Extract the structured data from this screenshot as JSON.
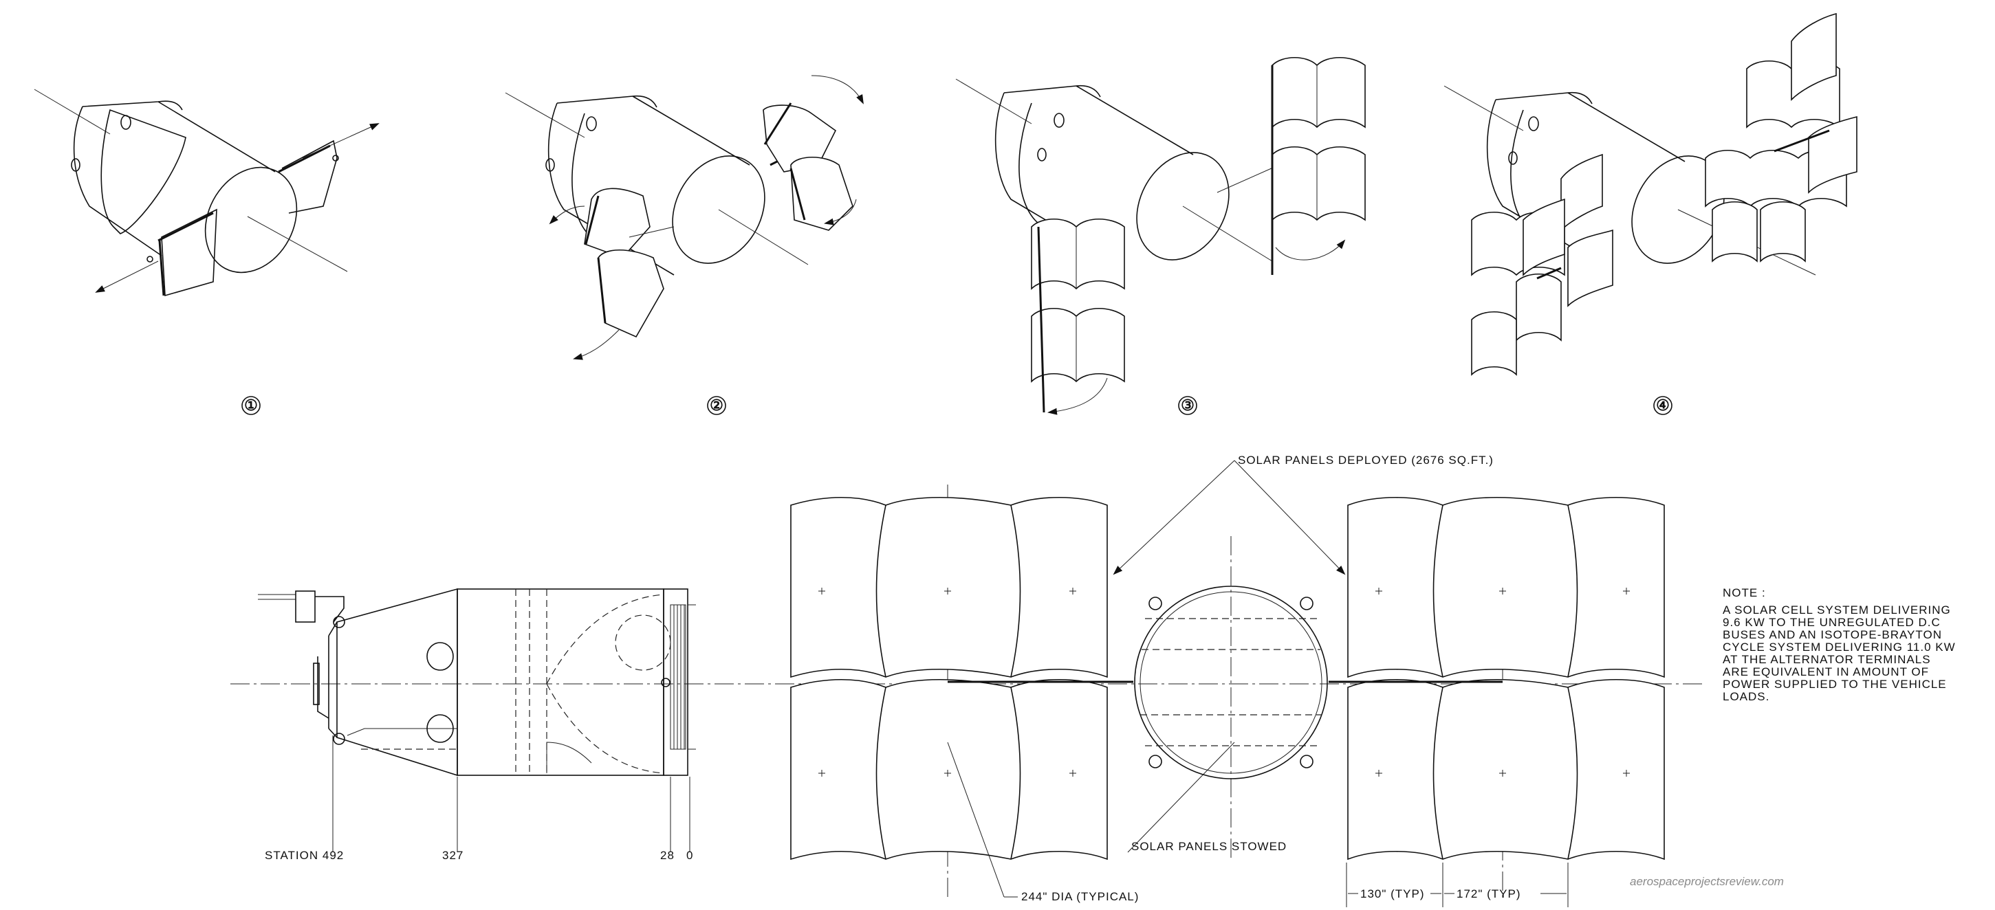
{
  "deployment_steps": [
    {
      "label": "①"
    },
    {
      "label": "②"
    },
    {
      "label": "③"
    },
    {
      "label": "④"
    }
  ],
  "side_view": {
    "stations": [
      {
        "label": "STATION 492"
      },
      {
        "label": "327"
      },
      {
        "label": "28"
      },
      {
        "label": "0"
      }
    ]
  },
  "top_view": {
    "callout_deployed": "SOLAR PANELS DEPLOYED (2676 SQ.FT.)",
    "callout_stowed": "SOLAR PANELS STOWED",
    "callout_diameter": "244\" DIA (TYPICAL)",
    "dim_130": "130\" (TYP)",
    "dim_172": "172\" (TYP)"
  },
  "note": {
    "heading": "NOTE :",
    "lines": [
      "A SOLAR CELL SYSTEM DELIVERING",
      "9.6 KW TO THE UNREGULATED D.C",
      "BUSES AND AN ISOTOPE-BRAYTON",
      "CYCLE SYSTEM DELIVERING 11.0 KW",
      "AT THE ALTERNATOR TERMINALS",
      "ARE EQUIVALENT IN AMOUNT OF",
      "POWER SUPPLIED TO THE VEHICLE",
      "LOADS."
    ]
  },
  "watermark": "aerospaceprojectsreview.com",
  "icons": {
    "step_marker": "circled-number-icon",
    "arrow": "arrowhead-icon"
  }
}
